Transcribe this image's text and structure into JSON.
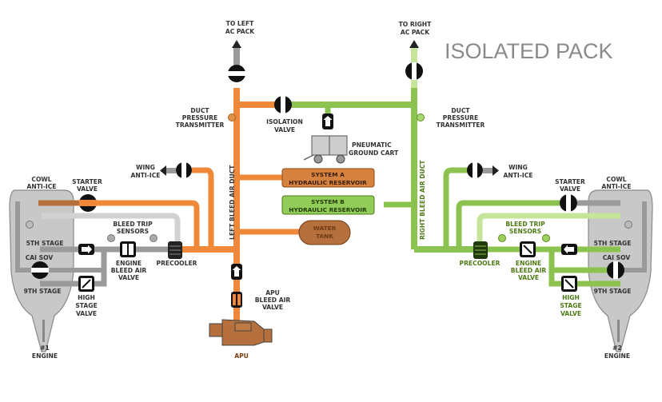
{
  "title": "ISOLATED PACK",
  "colors": {
    "left_side": "#f0883a",
    "right_side": "#8cc350",
    "right_side_light": "#c6e59a",
    "inactive": "#9a9a9a",
    "inactive_light": "#d2d2d2",
    "engine_body": "#c8c8c8",
    "apu": "#b5703d",
    "label_text": "#333333",
    "label_green": "#4e7a14",
    "title_text": "#8a8a8a"
  },
  "top": {
    "left_ac_pack": [
      "TO LEFT",
      "AC PACK"
    ],
    "right_ac_pack": [
      "TO RIGHT",
      "AC PACK"
    ],
    "left_dpt": [
      "DUCT",
      "PRESSURE",
      "TRANSMITTER"
    ],
    "right_dpt": [
      "DUCT",
      "PRESSURE",
      "TRANSMITTER"
    ],
    "isolation_valve": [
      "ISOLATION",
      "VALVE"
    ],
    "ground_cart": [
      "PNEUMATIC",
      "GROUND CART"
    ]
  },
  "center": {
    "left_duct": "LEFT BLEED AIR DUCT",
    "right_duct": "RIGHT BLEED AIR DUCT",
    "system_a": [
      "SYSTEM A",
      "HYDRAULIC RESERVOIR"
    ],
    "system_b": [
      "SYSTEM B",
      "HYDRAULIC RESERVOIR"
    ],
    "water_tank": [
      "WATER",
      "TANK"
    ],
    "apu_valve": [
      "APU",
      "BLEED AIR",
      "VALVE"
    ],
    "apu": "APU"
  },
  "left_engine": {
    "wing_anti_ice": [
      "WING",
      "ANTI-ICE"
    ],
    "cowl_anti_ice": [
      "COWL",
      "ANTI-ICE"
    ],
    "starter_valve": [
      "STARTER",
      "VALVE"
    ],
    "bleed_trip": [
      "BLEED TRIP",
      "SENSORS"
    ],
    "fifth_stage": "5TH STAGE",
    "cai_sov": "CAI SOV",
    "ninth_stage": "9TH STAGE",
    "engine_bav": [
      "ENGINE",
      "BLEED AIR",
      "VALVE"
    ],
    "precooler": "PRECOOLER",
    "high_stage": [
      "HIGH",
      "STAGE",
      "VALVE"
    ],
    "engine": [
      "#1",
      "ENGINE"
    ]
  },
  "right_engine": {
    "wing_anti_ice": [
      "WING",
      "ANTI-ICE"
    ],
    "cowl_anti_ice": [
      "COWL",
      "ANTI-ICE"
    ],
    "starter_valve": [
      "STARTER",
      "VALVE"
    ],
    "bleed_trip": [
      "BLEED TRIP",
      "SENSORS"
    ],
    "fifth_stage": "5TH STAGE",
    "cai_sov": "CAI SOV",
    "ninth_stage": "9TH STAGE",
    "engine_bav": [
      "ENGINE",
      "BLEED AIR",
      "VALVE"
    ],
    "precooler": "PRECOOLER",
    "high_stage": [
      "HIGH",
      "STAGE",
      "VALVE"
    ],
    "engine": [
      "#2",
      "ENGINE"
    ]
  }
}
